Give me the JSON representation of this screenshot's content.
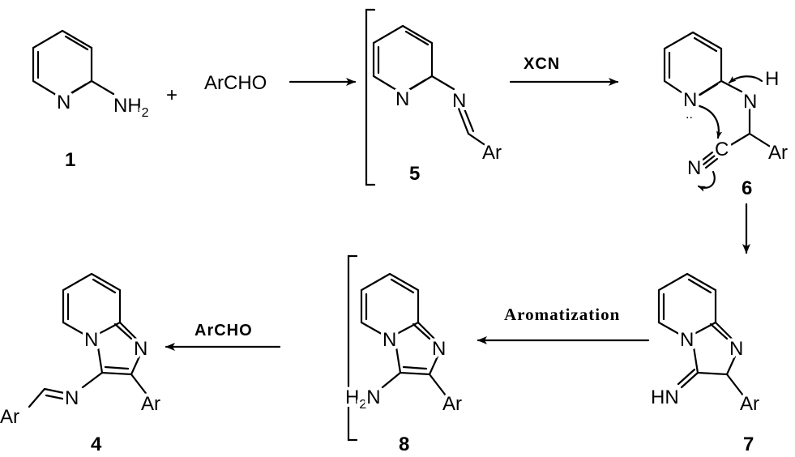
{
  "compounds": {
    "c1": {
      "number": "1",
      "ring_n": "N",
      "nh2": "NH",
      "nh2_sub": "2"
    },
    "plus": "+",
    "aldehyde": "ArCHO",
    "c5": {
      "number": "5",
      "ring_n": "N",
      "imine_n": "N",
      "ar": "Ar"
    },
    "c6": {
      "number": "6",
      "ring_n": "N",
      "lone_pair": "..",
      "nh_n": "N",
      "h": "H",
      "c": "C",
      "n": "N",
      "ar": "Ar"
    },
    "c7": {
      "number": "7",
      "n_bridge": "N",
      "n_ring": "N",
      "hn": "HN",
      "ar": "Ar"
    },
    "c8": {
      "number": "8",
      "n_bridge": "N",
      "n_ring": "N",
      "h2n_h": "H",
      "h2n_sub": "2",
      "h2n_n": "N",
      "ar": "Ar"
    },
    "c4": {
      "number": "4",
      "n_bridge": "N",
      "n_ring": "N",
      "imine_n": "N",
      "ar1": "Ar",
      "ar2": "Ar"
    }
  },
  "reagents": {
    "step2": "XCN",
    "step4": "Aromatization",
    "step5": "ArCHO"
  }
}
